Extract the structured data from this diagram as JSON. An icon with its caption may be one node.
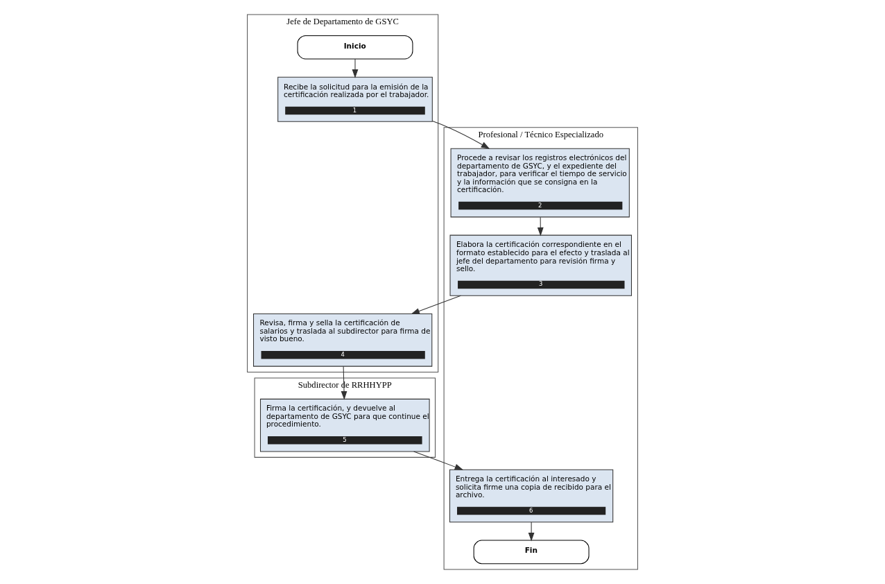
{
  "diagram": {
    "nodes": [
      {
        "text": [
          "Jefe de Departamento de GSYC"
        ]
      },
      {
        "text": [
          "Profesional / Técnico Especializado"
        ]
      },
      {
        "text": [
          "Subdirector de RRHHYPP"
        ]
      },
      {
        "text": [
          "Inicio"
        ],
        "in": 0
      },
      {
        "text": [
          "Recibe la solicitud para la emisión de la certificación realizada por el trabajador.",
          "1"
        ],
        "in": 0
      },
      {
        "text": [
          "Procede a revisar los registros electrónicos del departamento de GSYC, y el expediente del trabajador, para verificar el tiempo de servicio y la información que se consigna en la certificación.",
          "2"
        ],
        "in": 1
      },
      {
        "text": [
          "Elabora la certificación correspondiente en el formato establecido para el efecto y traslada al jefe del departamento para revisión firma y sello.",
          "3"
        ],
        "in": 1
      },
      {
        "text": [
          "Revisa, firma y sella la certificación de salarios y traslada al subdirector para firma de visto bueno.",
          "4"
        ],
        "in": 0
      },
      {
        "text": [
          "Firma la certificación, y devuelve al departamento de GSYC para que continue el procedimiento.",
          "5"
        ],
        "in": 2
      },
      {
        "text": [
          "Entrega la certificación al interesado y solicita firme una copia de recibido para el archivo.",
          "6"
        ],
        "in": 1
      },
      {
        "text": [
          "Fin"
        ],
        "in": 1
      }
    ],
    "edges": [
      {
        "from": 3,
        "to": 4,
        "arrow": "to"
      },
      {
        "from": 4,
        "to": 5,
        "arrow": "to"
      },
      {
        "from": 5,
        "to": 6,
        "arrow": "to"
      },
      {
        "from": 6,
        "to": 7,
        "arrow": "to"
      },
      {
        "from": 7,
        "to": 8,
        "arrow": "to"
      },
      {
        "from": 8,
        "to": 9,
        "arrow": "to"
      },
      {
        "from": 9,
        "to": 10,
        "arrow": "to"
      }
    ]
  }
}
